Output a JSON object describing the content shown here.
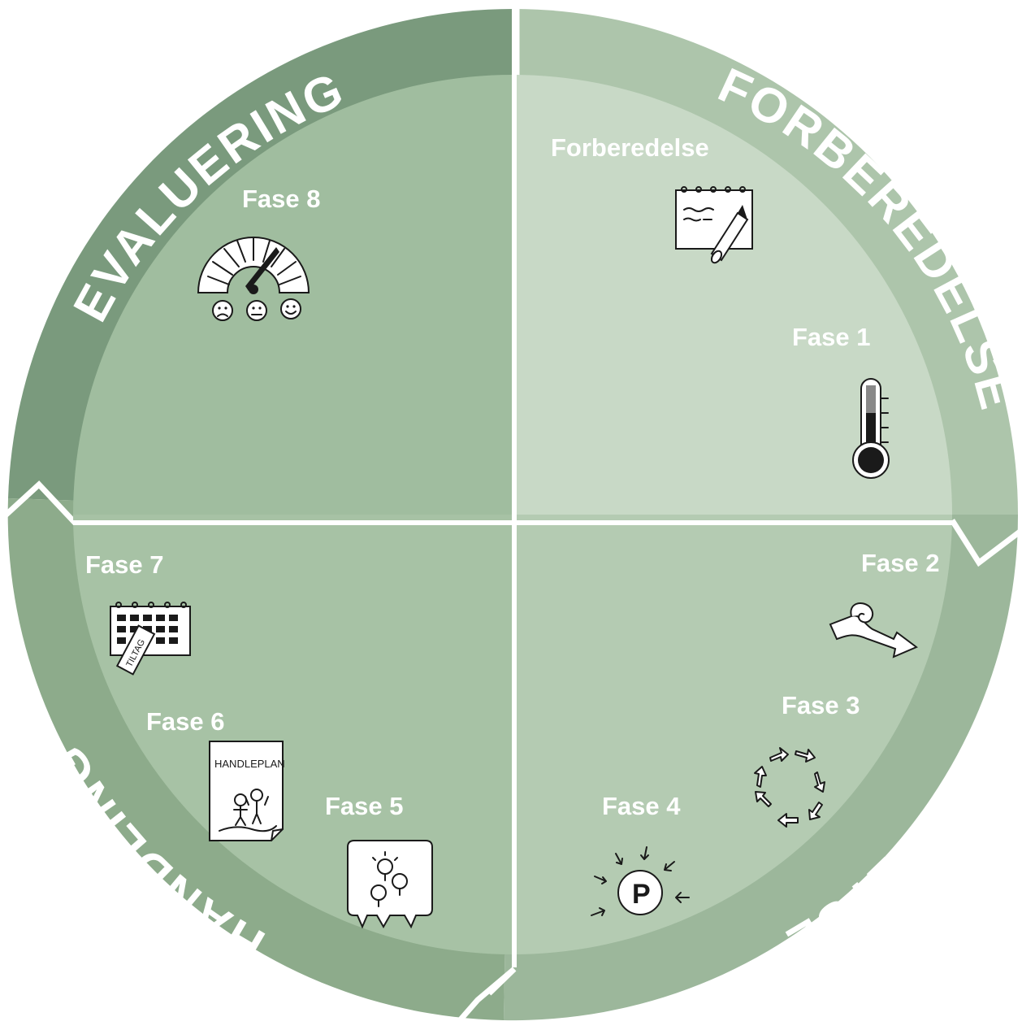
{
  "colors": {
    "evaluering_ring": "#7a9a7d",
    "forberedelse_ring": "#adc5ab",
    "analyse_ring": "#9cb79b",
    "handling_ring": "#8dab8b",
    "q_evaluering": "#a0bd9f",
    "q_forberedelse": "#c8d9c6",
    "q_analyse": "#b4cbb2",
    "q_handling": "#a7c2a5",
    "divider": "#ffffff"
  },
  "ring": {
    "evaluering": "EVALUERING",
    "forberedelse": "FORBEREDELSE",
    "analyse": "ANALYSE",
    "handling": "HANDLING"
  },
  "phases": {
    "forberedelse": "Forberedelse",
    "fase1": "Fase 1",
    "fase2": "Fase 2",
    "fase3": "Fase 3",
    "fase4": "Fase 4",
    "fase5": "Fase 5",
    "fase6": "Fase 6",
    "fase7": "Fase 7",
    "fase8": "Fase 8"
  },
  "icons": {
    "notepad": "notepad-pencil-icon",
    "thermometer": "thermometer-icon",
    "scroll": "scroll-arrow-icon",
    "cycle": "circular-arrows-icon",
    "p_circle": "p-circle-arrows-icon",
    "bulbs": "lightbulbs-speech-icon",
    "plan": "handleplan-document-icon",
    "calendar": "calendar-tiltag-icon",
    "gauge": "gauge-smileys-icon"
  },
  "icon_text": {
    "plan_title": "HANDLEPLAN",
    "tag": "TILTAG",
    "p": "P"
  }
}
